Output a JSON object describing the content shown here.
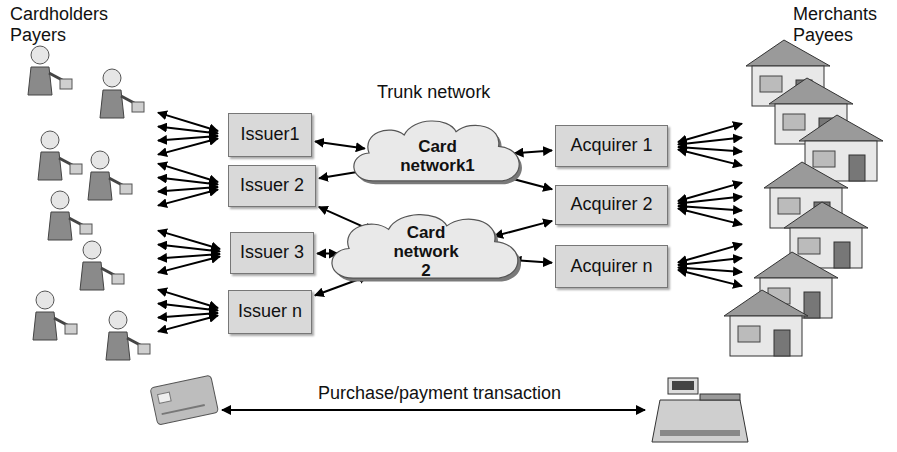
{
  "diagram": {
    "nodes": [
      {
        "text": [
          "Issuer1"
        ]
      },
      {
        "text": [
          "Issuer 2"
        ]
      },
      {
        "text": [
          "Issuer 3"
        ]
      },
      {
        "text": [
          "Issuer n"
        ]
      },
      {
        "text": [
          "Card network1"
        ]
      },
      {
        "text": [
          "Card network 2"
        ]
      },
      {
        "text": [
          "Acquirer 1"
        ]
      },
      {
        "text": [
          "Acquirer 2"
        ]
      },
      {
        "text": [
          "Acquirer n"
        ]
      }
    ],
    "edges": [
      {
        "from": 0,
        "to": 4,
        "arrow": "both"
      },
      {
        "from": 1,
        "to": 4,
        "arrow": "both"
      },
      {
        "from": 1,
        "to": 5,
        "arrow": "both"
      },
      {
        "from": 2,
        "to": 5,
        "arrow": "both"
      },
      {
        "from": 3,
        "to": 5,
        "arrow": "both"
      },
      {
        "from": 4,
        "to": 6,
        "arrow": "both"
      },
      {
        "from": 4,
        "to": 7,
        "arrow": "both"
      },
      {
        "from": 5,
        "to": 7,
        "arrow": "both"
      },
      {
        "from": 5,
        "to": 8,
        "arrow": "both"
      }
    ],
    "labels": [
      "Cardholders Payers",
      "Trunk network",
      "Merchants Payees",
      "Purchase/payment transaction"
    ]
  }
}
